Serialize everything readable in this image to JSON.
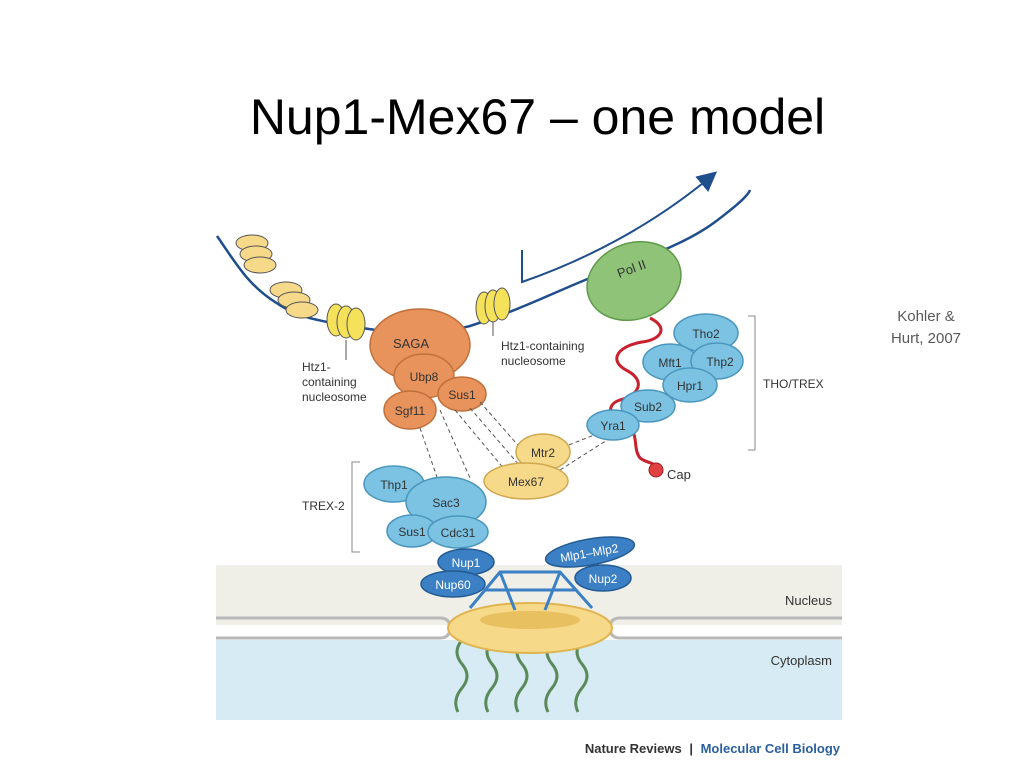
{
  "slide": {
    "title": "Nup1-Mex67 – one model",
    "citation_line1": "Kohler &",
    "citation_line2": "Hurt, 2007"
  },
  "figure": {
    "credit_journal": "Nature Reviews",
    "credit_separator": "|",
    "credit_title": "Molecular Cell Biology",
    "compartments": {
      "nucleus": "Nucleus",
      "cytoplasm": "Cytoplasm"
    },
    "nucleosome_label_left": [
      "Htz1-",
      "containing",
      "nucleosome"
    ],
    "nucleosome_label_right": [
      "Htz1-containing",
      "nucleosome"
    ],
    "proteins": {
      "saga": "SAGA",
      "ubp8": "Ubp8",
      "sus1_saga": "Sus1",
      "sgf11": "Sgf11",
      "pol2": "Pol II",
      "tho2": "Tho2",
      "mft1": "Mft1",
      "thp2": "Thp2",
      "hpr1": "Hpr1",
      "sub2": "Sub2",
      "yra1": "Yra1",
      "mtr2": "Mtr2",
      "mex67": "Mex67",
      "thp1": "Thp1",
      "sac3": "Sac3",
      "sus1_trex2": "Sus1",
      "cdc31": "Cdc31",
      "nup1": "Nup1",
      "nup60": "Nup60",
      "mlp": "Mlp1–Mlp2",
      "nup2": "Nup2"
    },
    "complex_labels": {
      "tho_trex": "THO/TREX",
      "trex2": "TREX-2"
    },
    "cap_label": "Cap"
  },
  "colors": {
    "dna": "#1f4e8c",
    "orange": "#e8925c",
    "green": "#8fc478",
    "light_blue": "#7cc3e3",
    "dark_blue": "#3b7fc4",
    "yellow": "#f7d98a",
    "mrna_red": "#c8202d",
    "cytoplasm": "#d6ebf3",
    "nucleus_bg": "#efefe8"
  }
}
